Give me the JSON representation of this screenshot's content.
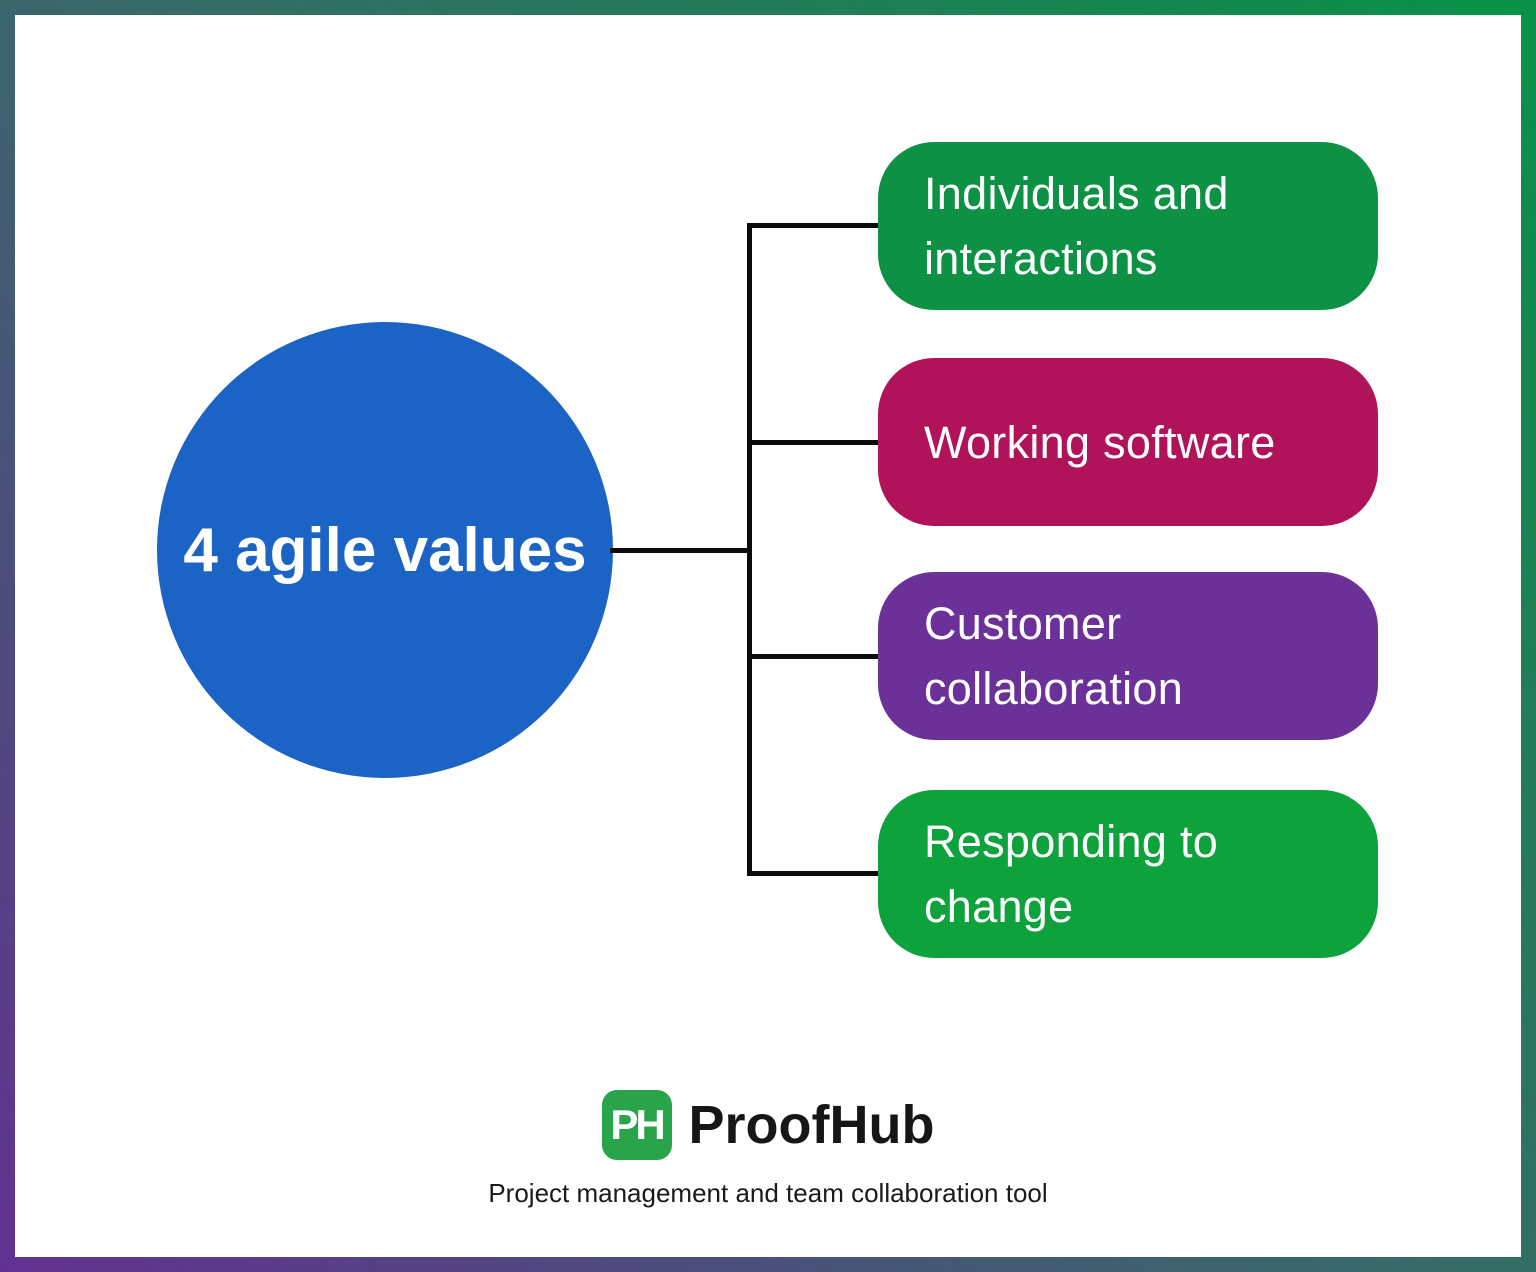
{
  "root": {
    "label": "4 agile values",
    "color": "#1c63c6"
  },
  "values": [
    {
      "label": "Individuals and interactions",
      "color": "#0d9144"
    },
    {
      "label": "Working software",
      "color": "#b0135a"
    },
    {
      "label": "Customer collaboration",
      "color": "#6c3099"
    },
    {
      "label": "Responding to change",
      "color": "#0da23c"
    }
  ],
  "footer": {
    "logo_text": "PH",
    "logo_color": "#2aa44a",
    "brand": "ProofHub",
    "tagline": "Project management and team collaboration tool"
  },
  "colors": {
    "connector": "#0b0b0b",
    "border_gradient": "linear-gradient(45deg, #623190 0%, #376a68 50%, #089247 100%)"
  }
}
